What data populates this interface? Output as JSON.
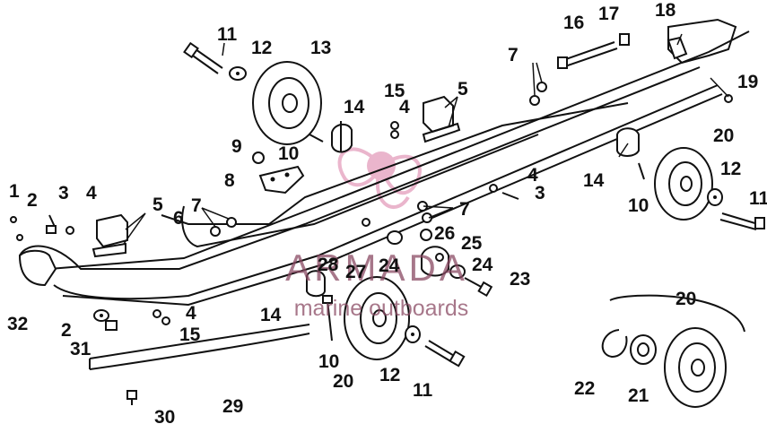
{
  "watermark": {
    "brand": "ARMADA",
    "tagline": "marine outboards",
    "color": "#8a4a63",
    "logo_color": "#e7a9c4"
  },
  "callouts": [
    {
      "id": "c11a",
      "text": "11"
    },
    {
      "id": "c12a",
      "text": "12"
    },
    {
      "id": "c13",
      "text": "13"
    },
    {
      "id": "c15a",
      "text": "15"
    },
    {
      "id": "c4a",
      "text": "4"
    },
    {
      "id": "c5a",
      "text": "5"
    },
    {
      "id": "c14a",
      "text": "14"
    },
    {
      "id": "c9",
      "text": "9"
    },
    {
      "id": "c10a",
      "text": "10"
    },
    {
      "id": "c8",
      "text": "8"
    },
    {
      "id": "c16",
      "text": "16"
    },
    {
      "id": "c17",
      "text": "17"
    },
    {
      "id": "c18",
      "text": "18"
    },
    {
      "id": "c7a",
      "text": "7"
    },
    {
      "id": "c19",
      "text": "19"
    },
    {
      "id": "c20a",
      "text": "20"
    },
    {
      "id": "c14b",
      "text": "14"
    },
    {
      "id": "c12b",
      "text": "12"
    },
    {
      "id": "c10b",
      "text": "10"
    },
    {
      "id": "c11b",
      "text": "11"
    },
    {
      "id": "c4b",
      "text": "4"
    },
    {
      "id": "c3a",
      "text": "3"
    },
    {
      "id": "c1",
      "text": "1"
    },
    {
      "id": "c2a",
      "text": "2"
    },
    {
      "id": "c3b",
      "text": "3"
    },
    {
      "id": "c4c",
      "text": "4"
    },
    {
      "id": "c5b",
      "text": "5"
    },
    {
      "id": "c6",
      "text": "6"
    },
    {
      "id": "c7b",
      "text": "7"
    },
    {
      "id": "c7c",
      "text": "7"
    },
    {
      "id": "c26",
      "text": "26"
    },
    {
      "id": "c25",
      "text": "25"
    },
    {
      "id": "c24a",
      "text": "24"
    },
    {
      "id": "c24b",
      "text": "24"
    },
    {
      "id": "c23",
      "text": "23"
    },
    {
      "id": "c28",
      "text": "28"
    },
    {
      "id": "c27",
      "text": "27"
    },
    {
      "id": "c32",
      "text": "32"
    },
    {
      "id": "c2b",
      "text": "2"
    },
    {
      "id": "c31",
      "text": "31"
    },
    {
      "id": "c4d",
      "text": "4"
    },
    {
      "id": "c15b",
      "text": "15"
    },
    {
      "id": "c14c",
      "text": "14"
    },
    {
      "id": "c10c",
      "text": "10"
    },
    {
      "id": "c20b",
      "text": "20"
    },
    {
      "id": "c12c",
      "text": "12"
    },
    {
      "id": "c11c",
      "text": "11"
    },
    {
      "id": "c20c",
      "text": "20"
    },
    {
      "id": "c22",
      "text": "22"
    },
    {
      "id": "c21",
      "text": "21"
    },
    {
      "id": "c29",
      "text": "29"
    },
    {
      "id": "c30",
      "text": "30"
    }
  ]
}
